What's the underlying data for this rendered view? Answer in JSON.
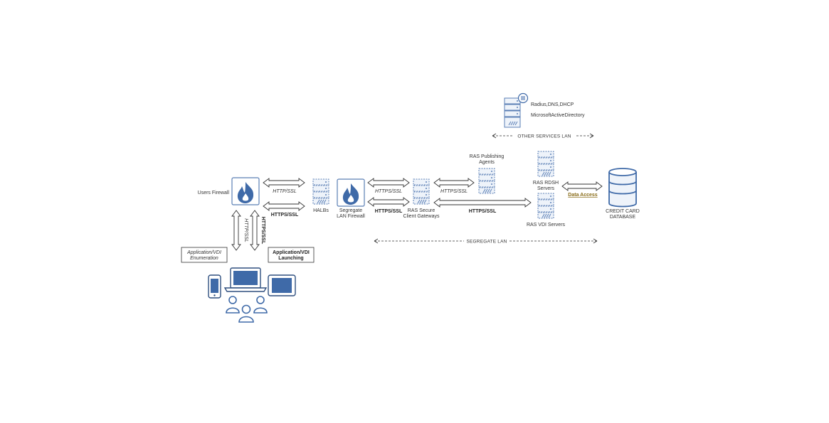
{
  "nodes": {
    "users_firewall": "Users Firewall",
    "halbs": "HALBs",
    "segregate_firewall_1": "Segregate",
    "segregate_firewall_2": "LAN Firewall",
    "ras_secure_1": "RAS Secure",
    "ras_secure_2": "Client Gateways",
    "ras_publishing_1": "RAS Publishing",
    "ras_publishing_2": "Agents",
    "ras_rdsh_1": "RAS RDSH",
    "ras_rdsh_2": "Servers",
    "ras_vdi": "RAS VDI Servers",
    "credit_card_1": "CREDIT CARD",
    "credit_card_2": "DATABASE",
    "other_services_1": "Radius,DNS,DHCP",
    "other_services_2": "MicrosoftActiveDirectory"
  },
  "connections": {
    "http_ssl": "HTTP/SSL",
    "https_ssl": "HTTPS/SSL",
    "data_access": "Data Access"
  },
  "boxes": {
    "app_enum_1": "Application/VDI",
    "app_enum_2": "Enumeration",
    "app_launch_1": "Application/VDI",
    "app_launch_2": "Launching"
  },
  "lans": {
    "other_services": "OTHER SERVICES LAN",
    "segregate": "SEGREGATE LAN"
  },
  "colors": {
    "icon_blue": "#3f6aa8",
    "icon_fill": "#eef3fa",
    "data_access": "#8a6d1a"
  }
}
